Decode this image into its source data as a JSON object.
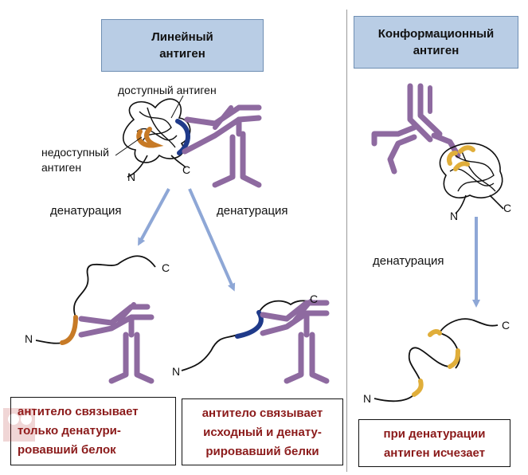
{
  "headers": {
    "linear": "Линейный\nантиген",
    "conformational": "Конформационный\nантиген"
  },
  "labels": {
    "accessible_antigen": "доступный антиген",
    "inaccessible_antigen": "недоступный\nантиген",
    "denaturation_left": "денатурация",
    "denaturation_middle": "денатурация",
    "denaturation_right": "денатурация"
  },
  "termini": {
    "n": "N",
    "c": "C"
  },
  "notes": {
    "left": "антитело связывает\nтолько денатури-\nровавший белок",
    "middle": "антитело связывает\nисходный и денату-\nрировавший белки",
    "right": "при денатурации\nантиген исчезает"
  },
  "colors": {
    "header_fill": "#b9cde5",
    "antibody": "#8e6aa0",
    "inaccessible_epitope": "#c77a26",
    "accessible_epitope": "#1f3a8a",
    "conformational_epitope": "#e0ae3a",
    "arrow": "#8ea7d6",
    "note_text": "#8b1a1a"
  }
}
